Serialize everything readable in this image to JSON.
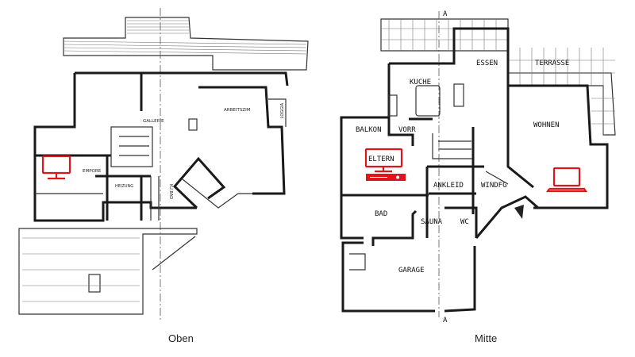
{
  "plans": [
    {
      "caption": "Oben",
      "rooms": {
        "gallerie": "GALLERIE",
        "arbeitszimmer": "ARBEITSZIM",
        "loggia": "LOGGIA",
        "empore": "EMPORE",
        "heizung": "HEIZUNG",
        "kubad": "KU.BAD"
      },
      "devices": {
        "tv": "tv-icon"
      }
    },
    {
      "caption": "Mitte",
      "section_mark": "A",
      "rooms": {
        "essen": "ESSEN",
        "terrasse": "TERRASSE",
        "kuche": "KUCHE",
        "balkon": "BALKON",
        "vorr": "VORR",
        "wohnen": "WOHNEN",
        "eltern": "ELTERN",
        "ankleid": "ANKLEID",
        "windfg": "WINDFG",
        "bad": "BAD",
        "sauna": "SAUNA",
        "wc": "WC",
        "garage": "GARAGE"
      },
      "devices": {
        "tv": "tv-icon",
        "receiver": "receiver-icon",
        "laptop": "laptop-icon"
      }
    }
  ],
  "colors": {
    "device_accent": "#e0141b",
    "walls": "#1a1a1a"
  }
}
